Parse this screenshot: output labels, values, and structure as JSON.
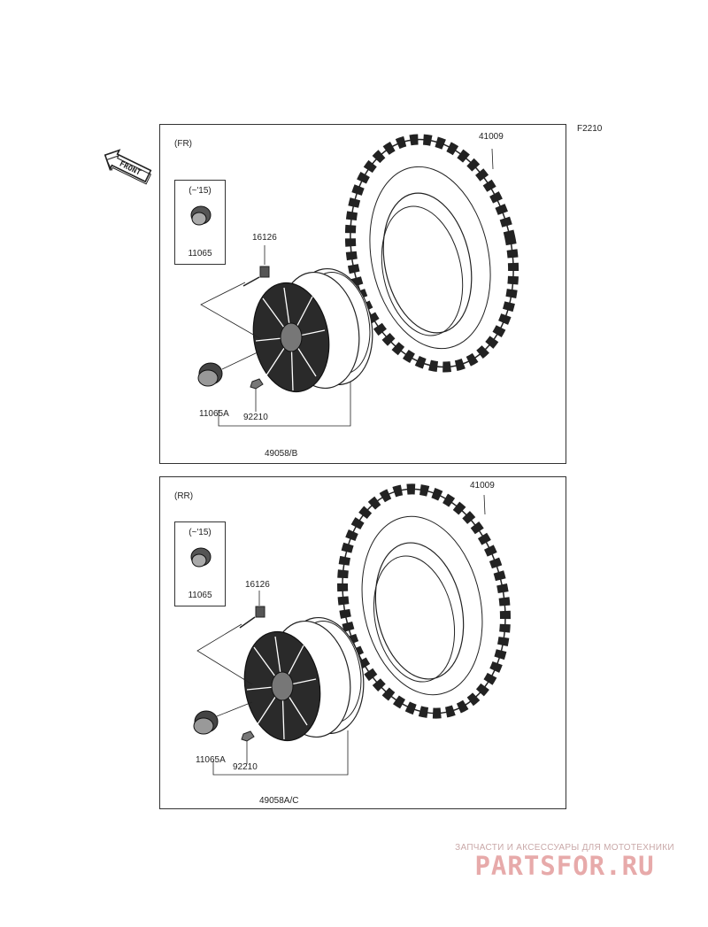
{
  "page_code": "F2210",
  "front_label": "FRONT",
  "sections": [
    {
      "label": "(FR)",
      "inset": {
        "condition": "(~'15)",
        "part": "11065"
      },
      "callouts": {
        "tire": "41009",
        "valve": "16126",
        "cap": "11065A",
        "nut": "92210",
        "wheel": "49058/B"
      }
    },
    {
      "label": "(RR)",
      "inset": {
        "condition": "(~'15)",
        "part": "11065"
      },
      "callouts": {
        "tire": "41009",
        "valve": "16126",
        "cap": "11065A",
        "nut": "92210",
        "wheel": "49058A/C"
      }
    }
  ],
  "watermark": {
    "text": "ЗАПЧАСТИ И АКСЕССУАРЫ ДЛЯ МОТОТЕХНИКИ",
    "logo": "PARTSFOR.RU",
    "color": "#e7aaaa"
  }
}
